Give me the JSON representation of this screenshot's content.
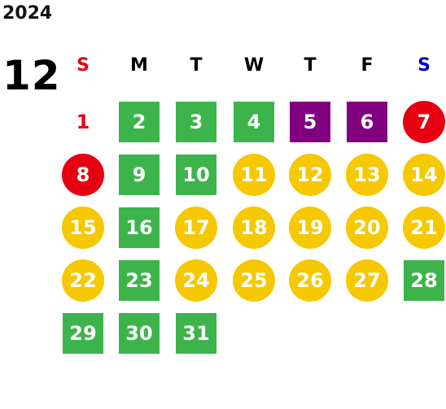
{
  "calendar": {
    "year": "2024",
    "month": "12",
    "weekdays": [
      {
        "label": "S",
        "color": "#e60012"
      },
      {
        "label": "M",
        "color": "#000000"
      },
      {
        "label": "T",
        "color": "#000000"
      },
      {
        "label": "W",
        "color": "#000000"
      },
      {
        "label": "T",
        "color": "#000000"
      },
      {
        "label": "F",
        "color": "#000000"
      },
      {
        "label": "S",
        "color": "#0000cc"
      }
    ],
    "colors": {
      "green": "#3cb44b",
      "purple": "#800080",
      "red": "#e60012",
      "yellow": "#f5c800",
      "plain_text_red": "#e60012"
    },
    "first_weekday_index": 0,
    "days": [
      {
        "day": "1",
        "style": "plain",
        "color": "red"
      },
      {
        "day": "2",
        "style": "square",
        "color": "green"
      },
      {
        "day": "3",
        "style": "square",
        "color": "green"
      },
      {
        "day": "4",
        "style": "square",
        "color": "green"
      },
      {
        "day": "5",
        "style": "square",
        "color": "purple"
      },
      {
        "day": "6",
        "style": "square",
        "color": "purple"
      },
      {
        "day": "7",
        "style": "circle",
        "color": "red"
      },
      {
        "day": "8",
        "style": "circle",
        "color": "red"
      },
      {
        "day": "9",
        "style": "square",
        "color": "green"
      },
      {
        "day": "10",
        "style": "square",
        "color": "green"
      },
      {
        "day": "11",
        "style": "circle",
        "color": "yellow"
      },
      {
        "day": "12",
        "style": "circle",
        "color": "yellow"
      },
      {
        "day": "13",
        "style": "circle",
        "color": "yellow"
      },
      {
        "day": "14",
        "style": "circle",
        "color": "yellow"
      },
      {
        "day": "15",
        "style": "circle",
        "color": "yellow"
      },
      {
        "day": "16",
        "style": "square",
        "color": "green"
      },
      {
        "day": "17",
        "style": "circle",
        "color": "yellow"
      },
      {
        "day": "18",
        "style": "circle",
        "color": "yellow"
      },
      {
        "day": "19",
        "style": "circle",
        "color": "yellow"
      },
      {
        "day": "20",
        "style": "circle",
        "color": "yellow"
      },
      {
        "day": "21",
        "style": "circle",
        "color": "yellow"
      },
      {
        "day": "22",
        "style": "circle",
        "color": "yellow"
      },
      {
        "day": "23",
        "style": "square",
        "color": "green"
      },
      {
        "day": "24",
        "style": "circle",
        "color": "yellow"
      },
      {
        "day": "25",
        "style": "circle",
        "color": "yellow"
      },
      {
        "day": "26",
        "style": "circle",
        "color": "yellow"
      },
      {
        "day": "27",
        "style": "circle",
        "color": "yellow"
      },
      {
        "day": "28",
        "style": "square",
        "color": "green"
      },
      {
        "day": "29",
        "style": "square",
        "color": "green"
      },
      {
        "day": "30",
        "style": "square",
        "color": "green"
      },
      {
        "day": "31",
        "style": "square",
        "color": "green"
      }
    ]
  }
}
